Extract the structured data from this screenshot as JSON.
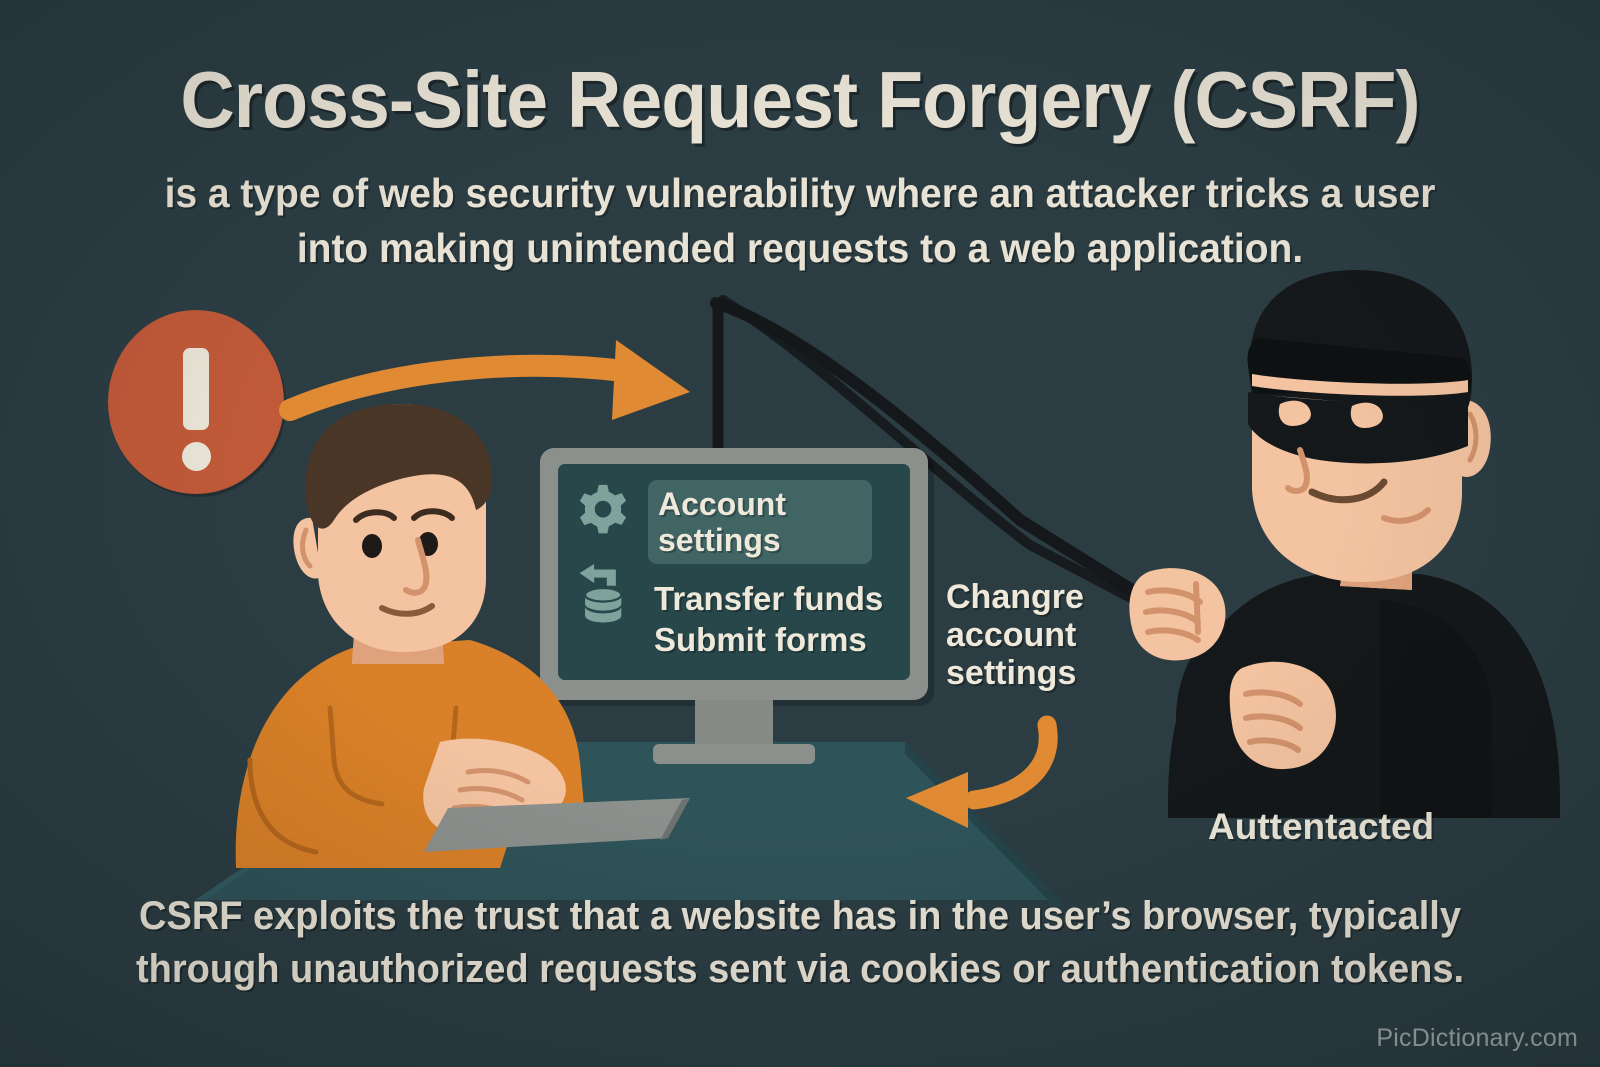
{
  "meta": {
    "title": "Cross-Site Request Forgery (CSRF)",
    "watermark": "PicDictionary.com"
  },
  "intro": {
    "line1": "is a type of web security vulnerability where an attacker tricks a user",
    "line2": "into making unintended requests to a web application."
  },
  "outro": {
    "line1": "CSRF exploits the trust that a website has in the user’s browser, typically",
    "line2": "through unauthorized requests sent via cookies or authentication tokens."
  },
  "screen": {
    "highlighted_item": "Account\nsettings",
    "highlighted_line1": "Account",
    "highlighted_line2": "settings",
    "item_transfer": "Transfer funds",
    "item_submit": "Submit forms",
    "gear_icon": "gear-icon",
    "database_return_icon": "database-return-arrow-icon"
  },
  "labels": {
    "change_account_settings_l1": "Changre",
    "change_account_settings_l2": "account",
    "change_account_settings_l3": "settings",
    "attacker_caption": "Auttentacted"
  },
  "icons": {
    "warning": "warning-exclamation-icon",
    "arrow_top": "curved-arrow-right-icon",
    "arrow_bottom": "curved-arrow-left-icon",
    "fishing_rod": "fishing-rod-icon"
  },
  "colors": {
    "background": "#2b3d43",
    "cream": "#e8e3d5",
    "orange_accent": "#e08a33",
    "warning_red": "#c05a39",
    "user_shirt": "#d98028",
    "skin": "#f4c3a0",
    "hair": "#4a3626",
    "monitor_frame": "#8b908d",
    "screen": "#27474a",
    "desk": "#2e5358",
    "attacker_black": "#15181a"
  }
}
